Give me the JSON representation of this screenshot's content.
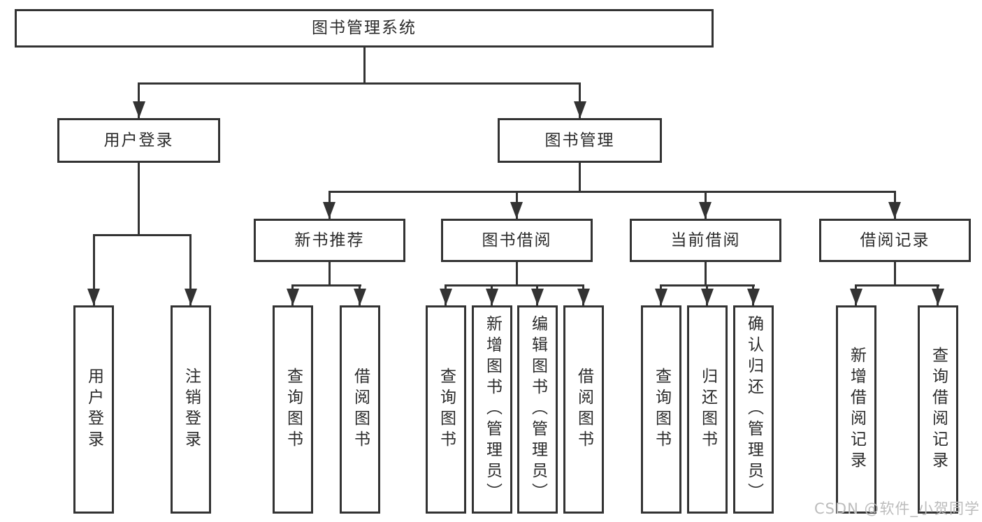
{
  "diagram": {
    "type": "hierarchy-tree",
    "root": {
      "label": "图书管理系统"
    },
    "level2": [
      {
        "label": "用户登录",
        "parent": "图书管理系统"
      },
      {
        "label": "图书管理",
        "parent": "图书管理系统"
      }
    ],
    "level3": [
      {
        "label": "新书推荐",
        "parent": "图书管理"
      },
      {
        "label": "图书借阅",
        "parent": "图书管理"
      },
      {
        "label": "当前借阅",
        "parent": "图书管理"
      },
      {
        "label": "借阅记录",
        "parent": "图书管理"
      }
    ],
    "leaves": [
      {
        "label": "用户登录",
        "parent": "用户登录"
      },
      {
        "label": "注销登录",
        "parent": "用户登录"
      },
      {
        "label": "查询图书",
        "parent": "新书推荐"
      },
      {
        "label": "借阅图书",
        "parent": "新书推荐"
      },
      {
        "label": "查询图书",
        "parent": "图书借阅"
      },
      {
        "label": "新增图书（管理员）",
        "parent": "图书借阅"
      },
      {
        "label": "编辑图书（管理员）",
        "parent": "图书借阅"
      },
      {
        "label": "借阅图书",
        "parent": "图书借阅"
      },
      {
        "label": "查询图书",
        "parent": "当前借阅"
      },
      {
        "label": "归还图书",
        "parent": "当前借阅"
      },
      {
        "label": "确认归还（管理员）",
        "parent": "当前借阅"
      },
      {
        "label": "新增借阅记录",
        "parent": "借阅记录"
      },
      {
        "label": "查询借阅记录",
        "parent": "借阅记录"
      }
    ]
  },
  "watermark": {
    "text": "CSDN @软件_小贺同学",
    "color": "#bcbcbc"
  },
  "colors": {
    "line": "#333333",
    "background": "#ffffff",
    "text": "#2b2b2b"
  }
}
